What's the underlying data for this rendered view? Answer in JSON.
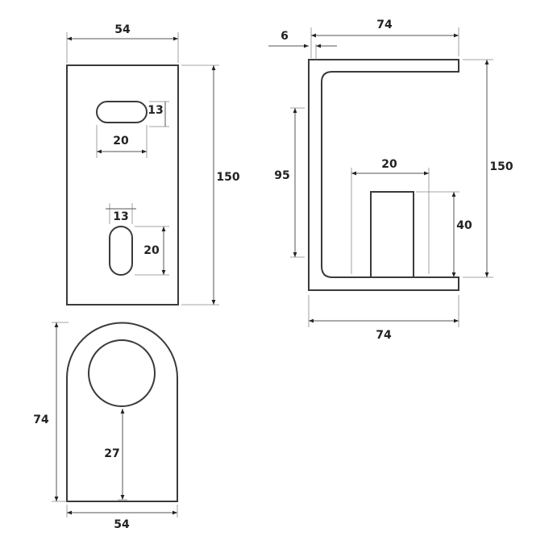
{
  "front_view": {
    "width": "54",
    "height": "150",
    "slot_top_height": "13",
    "slot_top_length": "20",
    "slot_bottom_width": "13",
    "slot_bottom_length": "20"
  },
  "bottom_view": {
    "height": "74",
    "hole_offset": "27",
    "width": "54"
  },
  "side_view": {
    "top_length": "74",
    "thickness": "6",
    "inner_height": "95",
    "block_width": "20",
    "block_height": "40",
    "height": "150",
    "bottom_length": "74"
  }
}
